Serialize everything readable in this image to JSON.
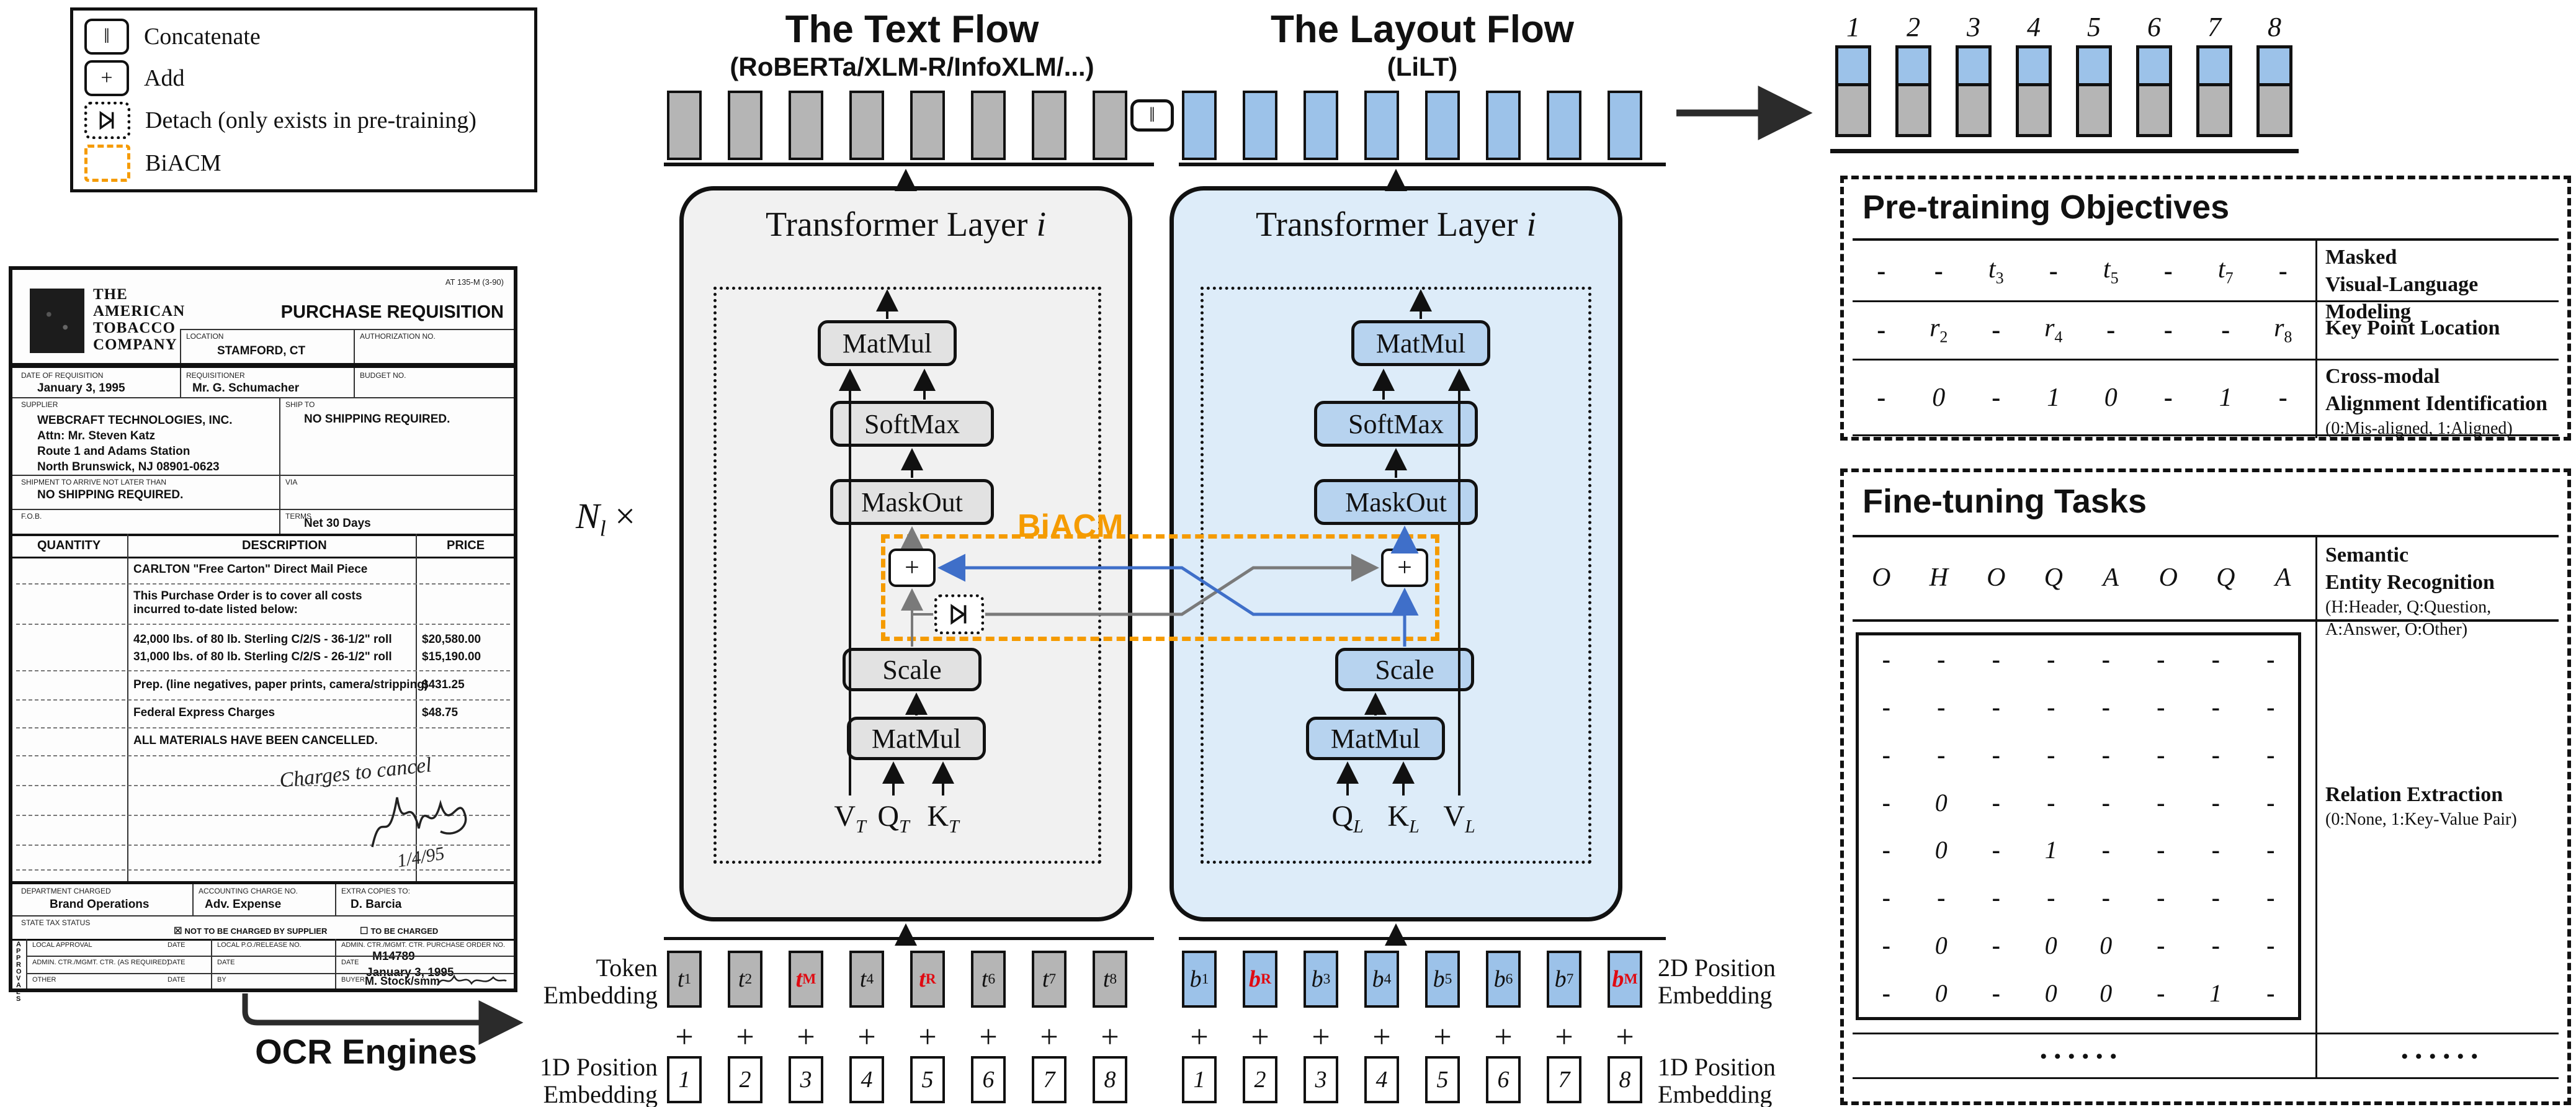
{
  "legend": {
    "concat_glyph": "‖",
    "add_glyph": "+",
    "items": [
      {
        "label": "Concatenate"
      },
      {
        "label": "Add"
      },
      {
        "label": "Detach (only exists in pre-training)"
      },
      {
        "label": "BiACM"
      }
    ]
  },
  "ocr": {
    "label": "OCR Engines"
  },
  "text_flow": {
    "title": "The Text Flow",
    "subtitle": "(RoBERTa/XLM-R/InfoXLM/...)",
    "bars": [
      "",
      "",
      "",
      "",
      "",
      "",
      "",
      ""
    ]
  },
  "layout_flow": {
    "title": "The Layout Flow",
    "subtitle": "(LiLT)",
    "bars": [
      "",
      "",
      "",
      "",
      "",
      "",
      "",
      ""
    ]
  },
  "output_tokens": {
    "numbers": [
      "1",
      "2",
      "3",
      "4",
      "5",
      "6",
      "7",
      "8"
    ]
  },
  "transformer": {
    "title_prefix": "Transformer Layer ",
    "title_var": "i",
    "nl_base": "N",
    "nl_sub": "l",
    "nl_times": "×",
    "matmul": "MatMul",
    "softmax": "SoftMax",
    "maskout": "MaskOut",
    "scale": "Scale",
    "plus": "+",
    "concat": "‖",
    "biacm_label": "BiACM",
    "text_inputs": [
      "V_T",
      "Q_T",
      "K_T"
    ],
    "layout_inputs": [
      "Q_L",
      "K_L",
      "V_L"
    ]
  },
  "embeddings": {
    "token_label_1": "Token",
    "token_label_2": "Embedding",
    "pos1d_left_1": "1D Position",
    "pos1d_left_2": "Embedding",
    "pos2d_label_1": "2D Position",
    "pos2d_label_2": "Embedding",
    "pos1d_right_1": "1D Position",
    "pos1d_right_2": "Embedding",
    "plus": "+",
    "text_tokens": [
      {
        "t": "t_1",
        "red": false
      },
      {
        "t": "t_2",
        "red": false
      },
      {
        "t": "t_M",
        "red": true
      },
      {
        "t": "t_4",
        "red": false
      },
      {
        "t": "t_R",
        "red": true
      },
      {
        "t": "t_6",
        "red": false
      },
      {
        "t": "t_7",
        "red": false
      },
      {
        "t": "t_8",
        "red": false
      }
    ],
    "layout_tokens": [
      {
        "t": "b_1",
        "red": false
      },
      {
        "t": "b_R",
        "red": true
      },
      {
        "t": "b_3",
        "red": false
      },
      {
        "t": "b_4",
        "red": false
      },
      {
        "t": "b_5",
        "red": false
      },
      {
        "t": "b_6",
        "red": false
      },
      {
        "t": "b_7",
        "red": false
      },
      {
        "t": "b_M",
        "red": true
      }
    ],
    "positions": [
      "1",
      "2",
      "3",
      "4",
      "5",
      "6",
      "7",
      "8"
    ]
  },
  "pretraining": {
    "title": "Pre-training Objectives",
    "rows": [
      {
        "cells": [
          "-",
          "-",
          "t_3",
          "-",
          "t_5",
          "-",
          "t_7",
          "-"
        ],
        "l1": "Masked",
        "l2": "Visual-Language Modeling",
        "note": ""
      },
      {
        "cells": [
          "-",
          "r_2",
          "-",
          "r_4",
          "-",
          "-",
          "-",
          "r_8"
        ],
        "l1": "Key Point Location",
        "l2": "",
        "note": ""
      },
      {
        "cells": [
          "-",
          "0",
          "-",
          "1",
          "0",
          "-",
          "1",
          "-"
        ],
        "l1": "Cross-modal",
        "l2": "Alignment Identification",
        "note": "(0:Mis-aligned, 1:Aligned)"
      }
    ]
  },
  "finetuning": {
    "title": "Fine-tuning Tasks",
    "ser_cells": [
      "O",
      "H",
      "O",
      "Q",
      "A",
      "O",
      "Q",
      "A"
    ],
    "ser_l1": "Semantic",
    "ser_l2": "Entity Recognition",
    "ser_note1": "(H:Header, Q:Question,",
    "ser_note2": "A:Answer, O:Other)",
    "matrix": [
      [
        "-",
        "-",
        "-",
        "-",
        "-",
        "-",
        "-",
        "-"
      ],
      [
        "-",
        "-",
        "-",
        "-",
        "-",
        "-",
        "-",
        "-"
      ],
      [
        "-",
        "-",
        "-",
        "-",
        "-",
        "-",
        "-",
        "-"
      ],
      [
        "-",
        "0",
        "-",
        "-",
        "-",
        "-",
        "-",
        "-"
      ],
      [
        "-",
        "0",
        "-",
        "1",
        "-",
        "-",
        "-",
        "-"
      ],
      [
        "-",
        "-",
        "-",
        "-",
        "-",
        "-",
        "-",
        "-"
      ],
      [
        "-",
        "0",
        "-",
        "0",
        "0",
        "-",
        "-",
        "-"
      ],
      [
        "-",
        "0",
        "-",
        "0",
        "0",
        "-",
        "1",
        "-"
      ]
    ],
    "re_l1": "Relation Extraction",
    "re_note": "(0:None, 1:Key-Value Pair)",
    "dots": "••••••"
  },
  "document": {
    "logo_lines": [
      "THE",
      "AMERICAN",
      "TOBACCO",
      "COMPANY"
    ],
    "form_no": "AT 135-M (3-90)",
    "title": "PURCHASE REQUISITION",
    "location_label": "LOCATION",
    "location": "STAMFORD, CT",
    "auth_label": "AUTHORIZATION NO.",
    "date_label": "DATE OF REQUISITION",
    "date": "January 3, 1995",
    "req_label": "REQUISITIONER",
    "requisitioner": "Mr. G. Schumacher",
    "budget_label": "BUDGET NO.",
    "supplier_label": "SUPPLIER",
    "supplier_lines": [
      "WEBCRAFT TECHNOLOGIES, INC.",
      "Attn: Mr. Steven Katz",
      "Route 1 and Adams Station",
      "North Brunswick, NJ 08901-0623"
    ],
    "shipto_label": "SHIP TO",
    "shipto": "NO SHIPPING REQUIRED.",
    "arrive_label": "SHIPMENT TO ARRIVE NOT LATER THAN",
    "arrive": "NO SHIPPING REQUIRED.",
    "via_label": "VIA",
    "fob_label": "F.O.B.",
    "terms_label": "TERMS",
    "terms": "Net 30 Days",
    "qty_header": "QUANTITY",
    "desc_header": "DESCRIPTION",
    "price_header": "PRICE",
    "items": [
      {
        "desc": "CARLTON \"Free Carton\" Direct Mail Piece",
        "price": ""
      },
      {
        "desc": "This Purchase Order is to cover all costs incurred to-date listed below:",
        "price": ""
      },
      {
        "desc": "42,000 lbs. of 80 lb. Sterling C/2/S - 36-1/2\" roll",
        "price": "$20,580.00"
      },
      {
        "desc": "31,000 lbs. of 80 lb. Sterling C/2/S - 26-1/2\" roll",
        "price": "$15,190.00"
      },
      {
        "desc": "Prep. (line negatives, paper prints, camera/stripping)",
        "price": "$431.25"
      },
      {
        "desc": "Federal Express Charges",
        "price": "$48.75"
      },
      {
        "desc": "ALL MATERIALS HAVE BEEN CANCELLED.",
        "price": ""
      }
    ],
    "handwriting_1": "Charges to cancel",
    "handwriting_2": "1/4/95",
    "dept_label": "DEPARTMENT CHARGED",
    "dept": "Brand Operations",
    "acct_label": "ACCOUNTING CHARGE NO.",
    "acct": "Adv. Expense",
    "copies_label": "EXTRA COPIES TO:",
    "copies": "D. Barcia",
    "tax_label": "STATE TAX STATUS",
    "tax_checked_icon": "☒",
    "tax_unchecked_icon": "☐",
    "tax_opt1": "NOT TO BE CHARGED BY SUPPLIER",
    "tax_opt2": "TO BE CHARGED",
    "approvals_label": "APPROVALS",
    "appr_r1c1": "LOCAL APPROVAL",
    "date_col": "DATE",
    "appr_r1c2": "LOCAL P.O./RELEASE NO.",
    "appr_r1c3": "ADMIN. CTR./MGMT. CTR.  PURCHASE ORDER NO.",
    "po_no": "M14789",
    "appr_r2c1": "ADMIN. CTR./MGMT. CTR. (AS REQUIRED)",
    "appr_date_val": "January 3, 1995",
    "appr_r3c1": "OTHER",
    "by_label": "BY",
    "buyer_label": "BUYER",
    "buyer": "M. Stock/smm"
  }
}
